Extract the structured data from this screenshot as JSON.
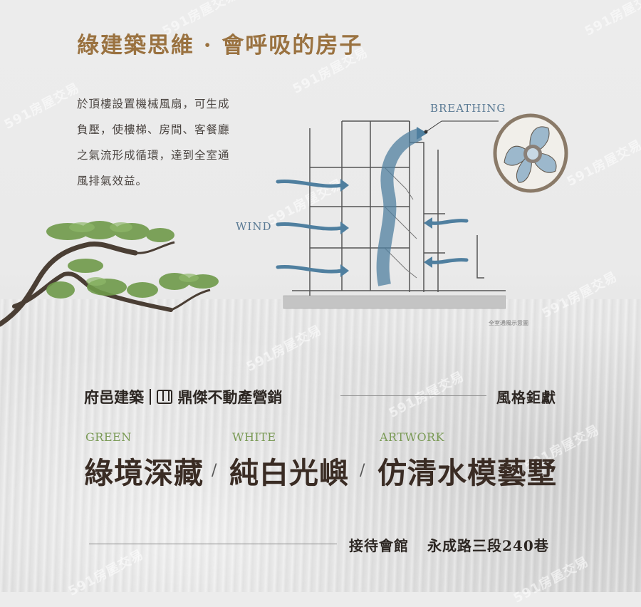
{
  "header": {
    "title": "綠建築思維 · 會呼吸的房子"
  },
  "description": {
    "lines": [
      "於頂樓設置機械風扇，可生成",
      "負壓，使樓梯、房間、客餐廳",
      "之氣流形成循環，達到全室通",
      "風排氣效益。"
    ]
  },
  "diagram": {
    "label_breathing": "BREATHING",
    "label_wind": "WIND",
    "caption": "全室通風示意圖",
    "colors": {
      "airflow": "#4f7f9f",
      "fan_blade": "#9cb8cc",
      "fan_frame": "#8a7a68",
      "ground": "#bdbdbd"
    }
  },
  "brand": {
    "developer": "府邑建築",
    "marketer": "鼎傑不動產營銷",
    "tagline": "風格鉅獻"
  },
  "features": [
    {
      "en": "GREEN",
      "zh": "綠境深藏"
    },
    {
      "en": "WHITE",
      "zh": "純白光嶼"
    },
    {
      "en": "ARTWORK",
      "zh": "仿清水模藝墅"
    }
  ],
  "separator": "/",
  "footer": {
    "label": "接待會館",
    "address": "永成路三段240巷"
  },
  "watermark": "591房屋交易",
  "colors": {
    "title": "#9a7240",
    "english": "#7a9a55",
    "heading": "#3a2c24"
  }
}
